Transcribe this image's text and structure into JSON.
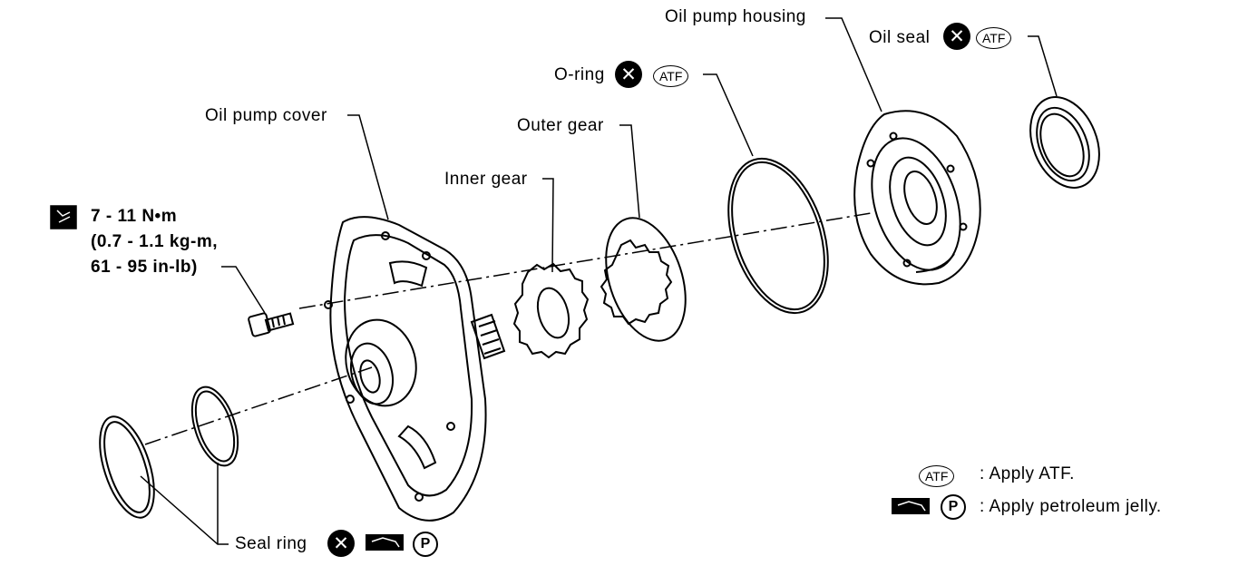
{
  "labels": {
    "oil_pump_housing": "Oil pump housing",
    "oil_seal": "Oil seal",
    "o_ring": "O-ring",
    "outer_gear": "Outer gear",
    "oil_pump_cover": "Oil pump cover",
    "inner_gear": "Inner gear",
    "torque_line1": "7 - 11 N•m",
    "torque_line2": "(0.7 - 1.1 kg-m,",
    "torque_line3": "61 - 95 in-lb)",
    "seal_ring": "Seal ring"
  },
  "symbols": {
    "atf": "ATF",
    "petroleum": "P",
    "replace": "✕"
  },
  "legend": {
    "atf_text": ": Apply ATF.",
    "petroleum_text": ": Apply petroleum jelly."
  },
  "icons": [
    "replace-icon",
    "atf-icon",
    "petroleum-jelly-icon",
    "grease-gun-icon",
    "torque-wrench-icon"
  ]
}
